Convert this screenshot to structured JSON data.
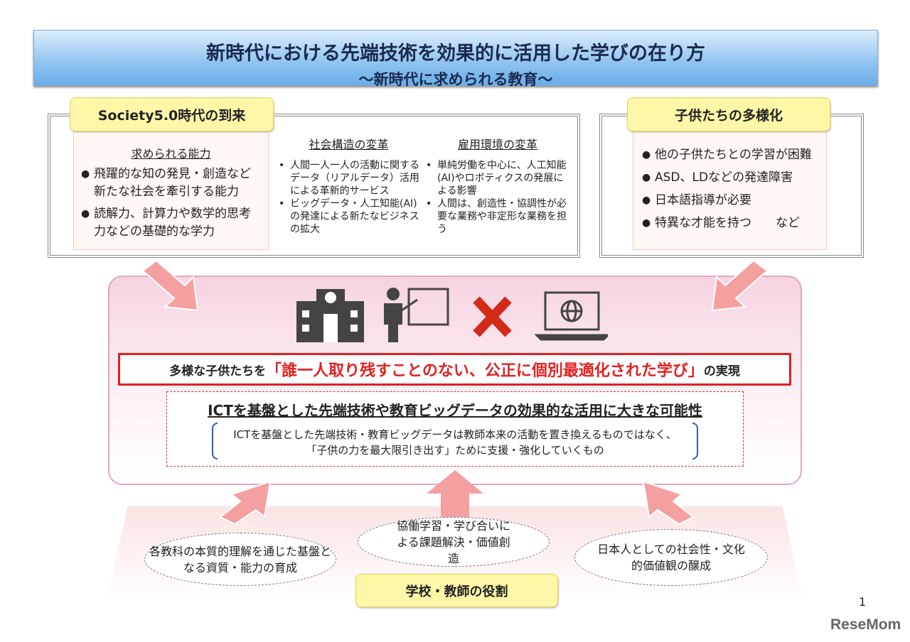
{
  "title": {
    "line1": "新時代における先端技術を効果的に活用した学びの在り方",
    "line2": "～新時代に求められる教育～"
  },
  "society": {
    "label": "Society5.0時代の到来",
    "abilities": {
      "heading": "求められる能力",
      "items": [
        "飛躍的な知の発見・創造など新たな社会を牽引する能力",
        "読解力、計算力や数学的思考力などの基礎的な学力"
      ]
    },
    "social": {
      "heading": "社会構造の変革",
      "items": [
        "人間一人一人の活動に関するデータ（リアルデータ）活用による革新的サービス",
        "ビッグデータ・人工知能(AI)の発達による新たなビジネスの拡大"
      ]
    },
    "employment": {
      "heading": "雇用環境の変革",
      "items": [
        "単純労働を中心に、人工知能(AI)やロボティクスの発展による影響",
        "人間は、創造性・協調性が必要な業務や非定形な業務を担う"
      ]
    }
  },
  "diversity": {
    "label": "子供たちの多様化",
    "items": [
      "他の子供たちとの学習が困難",
      "ASD、LDなどの発達障害",
      "日本語指導が必要",
      "特異な才能を持つ　　など"
    ]
  },
  "goal": {
    "prefix": "多様な子供たちを",
    "highlight": "「誰一人取り残すことのない、公正に個別最適化された学び」",
    "suffix": "の実現"
  },
  "ict": {
    "heading": "ICTを基盤とした先端技術や教育ビッグデータの効果的な活用に大きな可能性",
    "line1": "ICTを基盤とした先端技術・教育ビッグデータは教師本来の活動を置き換えるものではなく、",
    "line2": "「子供の力を最大限引き出す」ために支援・強化していくもの"
  },
  "roles": {
    "label": "学校・教師の役割",
    "items": [
      "各教科の本質的理解を通じた基盤となる資質・能力の育成",
      "協働学習・学び合いによる課題解決・価値創造",
      "日本人としての社会性・文化的価値観の醸成"
    ]
  },
  "page_number": "1",
  "logo": "ReseMom",
  "colors": {
    "red": "#e32020",
    "arrow": "#f4a0a0",
    "label": "#fff7a8"
  }
}
